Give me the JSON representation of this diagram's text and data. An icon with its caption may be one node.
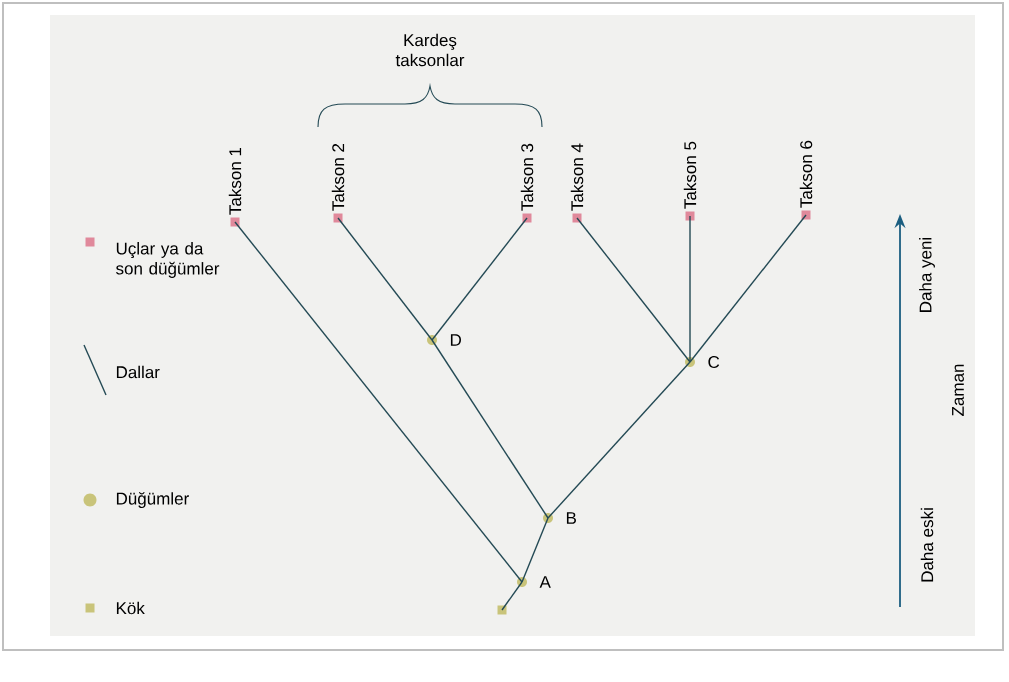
{
  "diagram": {
    "nodes": [
      {
        "text": [
          "Takson 1"
        ]
      },
      {
        "text": [
          "Takson 2"
        ]
      },
      {
        "text": [
          "Takson 3"
        ]
      },
      {
        "text": [
          "Takson 4"
        ]
      },
      {
        "text": [
          "Takson 5"
        ]
      },
      {
        "text": [
          "Takson 6"
        ]
      },
      {
        "text": [
          "D"
        ]
      },
      {
        "text": [
          "C"
        ]
      },
      {
        "text": [
          "B"
        ]
      },
      {
        "text": [
          "A"
        ]
      },
      {
        "text": [],
        "shape": "box"
      }
    ],
    "edges": [
      {
        "from": 10,
        "to": 9,
        "arrow": "none"
      },
      {
        "from": 9,
        "to": 0,
        "arrow": "none"
      },
      {
        "from": 9,
        "to": 8,
        "arrow": "none"
      },
      {
        "from": 8,
        "to": 6,
        "arrow": "none"
      },
      {
        "from": 6,
        "to": 1,
        "arrow": "none"
      },
      {
        "from": 6,
        "to": 2,
        "arrow": "none"
      },
      {
        "from": 8,
        "to": 7,
        "arrow": "none"
      },
      {
        "from": 7,
        "to": 3,
        "arrow": "none"
      },
      {
        "from": 7,
        "to": 4,
        "arrow": "none"
      },
      {
        "from": 7,
        "to": 5,
        "arrow": "none"
      }
    ],
    "labels": [
      "Kardeş taksonlar",
      "Daha yeni",
      "Zaman",
      "Daha eski"
    ],
    "legend": [
      {
        "text": "Uçlar ya da son düğümler",
        "color": "#e0899b"
      },
      {
        "text": "Dallar"
      },
      {
        "text": "Düğümler",
        "color": "#c9c47a"
      },
      {
        "text": "Kök",
        "color": "#c9c47a"
      }
    ]
  }
}
